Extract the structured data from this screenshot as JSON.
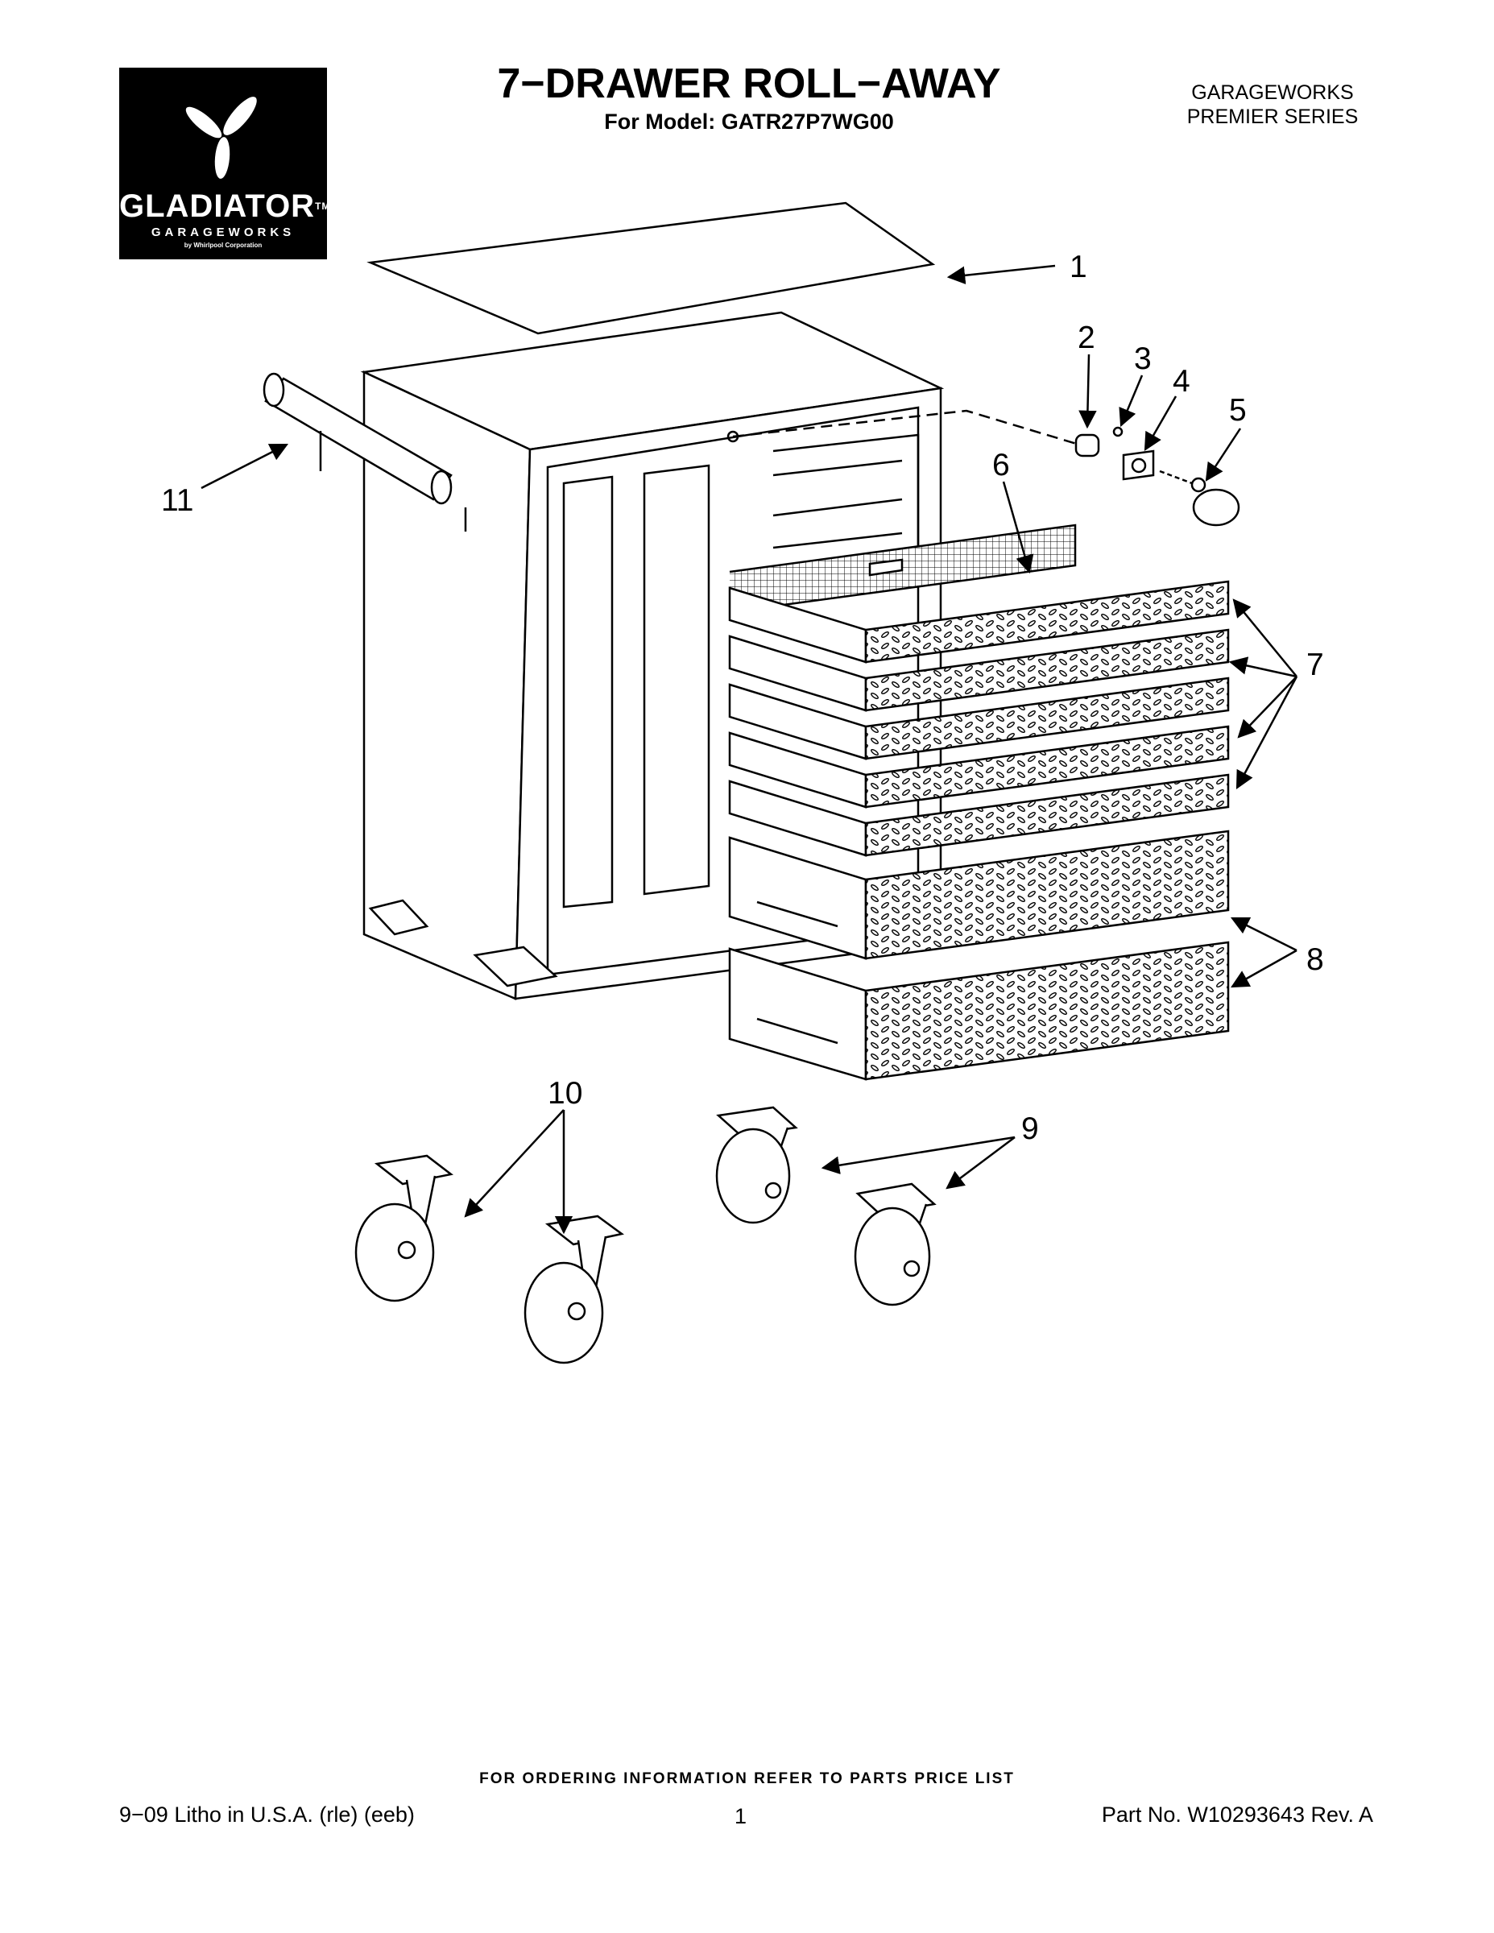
{
  "logo": {
    "brand": "GLADIATOR",
    "trademark": "TM",
    "subtitle": "GARAGEWORKS",
    "byline": "by Whirlpool Corporation"
  },
  "header": {
    "title": "7−DRAWER ROLL−AWAY",
    "model": "For Model: GATR27P7WG00",
    "series_line1": "GARAGEWORKS",
    "series_line2": "PREMIER SERIES"
  },
  "callouts": {
    "c1": "1",
    "c2": "2",
    "c3": "3",
    "c4": "4",
    "c5": "5",
    "c6": "6",
    "c7": "7",
    "c8": "8",
    "c9": "9",
    "c10": "10",
    "c11": "11"
  },
  "footer": {
    "order_info": "FOR ORDERING INFORMATION REFER TO PARTS PRICE LIST",
    "litho": "9−09 Litho in U.S.A. (rle) (eeb)",
    "page": "1",
    "part_no": "Part No. W10293643 Rev. A"
  }
}
